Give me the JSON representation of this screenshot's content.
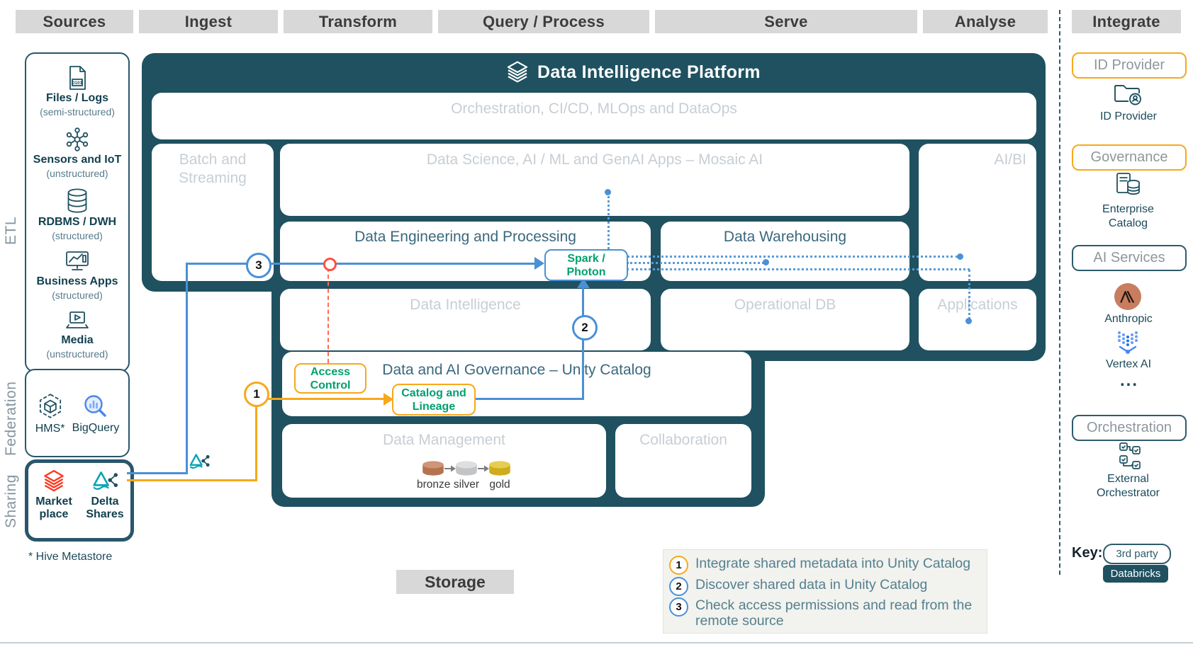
{
  "headers": {
    "sources": "Sources",
    "ingest": "Ingest",
    "transform": "Transform",
    "query": "Query / Process",
    "serve": "Serve",
    "analyse": "Analyse",
    "integrate": "Integrate"
  },
  "rail": {
    "etl": "ETL",
    "federation": "Federation",
    "sharing": "Sharing",
    "hive_note": "* Hive Metastore"
  },
  "sources": {
    "items": [
      {
        "label": "Files / Logs",
        "sub": "(semi-structured)"
      },
      {
        "label": "Sensors and IoT",
        "sub": "(unstructured)"
      },
      {
        "label": "RDBMS / DWH",
        "sub": "(structured)"
      },
      {
        "label": "Business Apps",
        "sub": "(structured)"
      },
      {
        "label": "Media",
        "sub": "(unstructured)"
      }
    ]
  },
  "federation": {
    "hms_label": "HMS*",
    "bigquery_label": "BigQuery"
  },
  "sharing": {
    "marketplace_label": "Market place",
    "delta_label": "Delta Shares"
  },
  "platform": {
    "title": "Data Intelligence Platform",
    "orchestration": "Orchestration, CI/CD, MLOps and DataOps",
    "batch_streaming": "Batch and Streaming",
    "mosaic": "Data Science, AI / ML and GenAI Apps – Mosaic AI",
    "ai_bi": "AI/BI",
    "data_engineering": "Data Engineering and Processing",
    "data_warehousing": "Data Warehousing",
    "data_intelligence": "Data Intelligence",
    "operational_db": "Operational DB",
    "applications": "Applications",
    "governance": "Data and AI Governance – Unity Catalog",
    "data_management": "Data Management",
    "collaboration": "Collaboration",
    "spark": "Spark / Photon",
    "access_control": "Access Control",
    "catalog_lineage": "Catalog and Lineage"
  },
  "medallion": {
    "bronze": "bronze",
    "silver": "silver",
    "gold": "gold"
  },
  "markers": {
    "m1": "1",
    "m2": "2",
    "m3": "3"
  },
  "integrate": {
    "id_provider_pill": "ID Provider",
    "id_provider_label": "ID Provider",
    "governance_pill": "Governance",
    "enterprise_catalog_label": "Enterprise Catalog",
    "ai_services_pill": "AI Services",
    "anthropic_label": "Anthropic",
    "vertex_label": "Vertex AI",
    "more": "...",
    "orchestration_pill": "Orchestration",
    "external_orchestrator_label": "External Orchestrator"
  },
  "key": {
    "label": "Key:",
    "third_party": "3rd party",
    "databricks": "Databricks"
  },
  "legend": {
    "items": [
      {
        "num": "1",
        "text": "Integrate shared metadata into Unity Catalog"
      },
      {
        "num": "2",
        "text": "Discover shared data in Unity Catalog"
      },
      {
        "num": "3",
        "text": "Check access permissions and read from the remote source"
      }
    ]
  },
  "storage_label": "Storage",
  "colors": {
    "teal": "#1f5160",
    "blue": "#4a90d5",
    "orange": "#f7a81b",
    "red": "#ff5f46",
    "green": "#00a16e",
    "marketplace_red": "#ff3621"
  }
}
